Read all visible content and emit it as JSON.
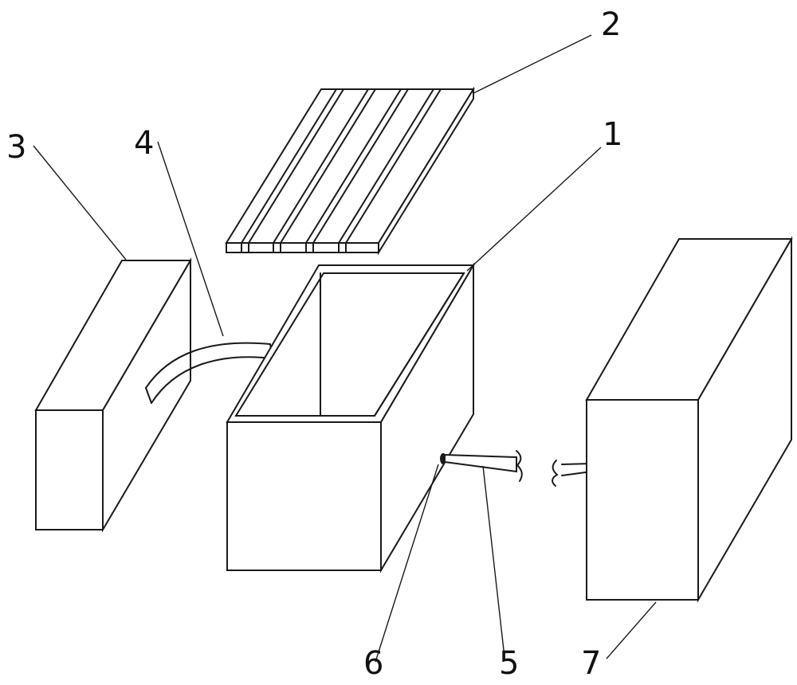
{
  "labels": {
    "part1": "1",
    "part2": "2",
    "part3": "3",
    "part4": "4",
    "part5": "5",
    "part6": "6",
    "part7": "7"
  }
}
